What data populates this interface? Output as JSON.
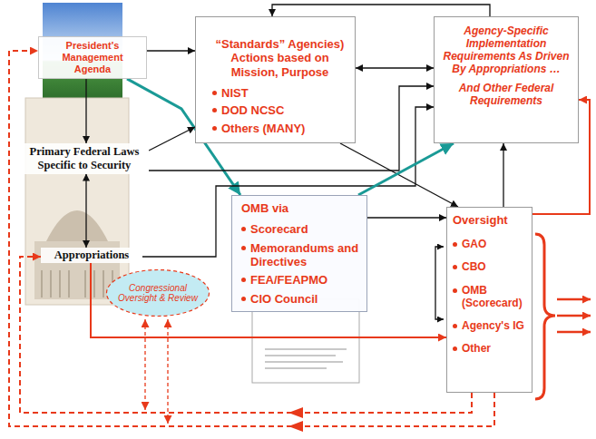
{
  "diagram": {
    "nodes": [
      {
        "text": [
          "President's Management Agenda"
        ]
      },
      {
        "text": [
          "“Standards” Agencies) Actions based on Mission, Purpose",
          "NIST",
          "DOD NCSC",
          "Others (MANY)"
        ]
      },
      {
        "text": [
          "Agency-Specific Implementation Requirements As Driven By Appropriations …",
          "And Other Federal Requirements"
        ]
      },
      {
        "text": [
          "Primary Federal Laws Specific to Security"
        ]
      },
      {
        "text": [
          "Appropriations"
        ]
      },
      {
        "text": [
          "OMB via",
          "Scorecard",
          "Memorandums and Directives",
          "FEA/FEAPMO",
          "CIO Council"
        ]
      },
      {
        "text": [
          "Oversight",
          "GAO",
          "CBO",
          "OMB (Scorecard)",
          "Agency's IG",
          "Other"
        ]
      },
      {
        "text": [
          "Congressional Oversight & Review"
        ]
      }
    ],
    "edges": [
      {
        "from": 0,
        "to": 1,
        "arrow": "to"
      },
      {
        "from": 0,
        "to": 5,
        "arrow": "to"
      },
      {
        "from": 0,
        "to": 3,
        "arrow": "to"
      },
      {
        "from": 3,
        "to": 4,
        "arrow": "both"
      },
      {
        "from": 3,
        "to": 1,
        "arrow": "to"
      },
      {
        "from": 3,
        "to": 2,
        "arrow": "to"
      },
      {
        "from": 4,
        "to": 2,
        "arrow": "to"
      },
      {
        "from": 2,
        "to": 1,
        "arrow": "to"
      },
      {
        "from": 1,
        "to": 2,
        "arrow": "both"
      },
      {
        "from": 1,
        "to": 6,
        "arrow": "to"
      },
      {
        "from": 5,
        "to": 6,
        "arrow": "to"
      },
      {
        "from": 5,
        "to": 2,
        "arrow": "to"
      },
      {
        "from": 6,
        "to": 2,
        "arrow": "to"
      },
      {
        "from": 6,
        "to": 2,
        "arrow": "to"
      },
      {
        "from": 4,
        "to": 6,
        "arrow": "to"
      },
      {
        "from": 6,
        "to": 0,
        "arrow": "to"
      },
      {
        "from": 6,
        "to": 4,
        "arrow": "to"
      }
    ]
  }
}
